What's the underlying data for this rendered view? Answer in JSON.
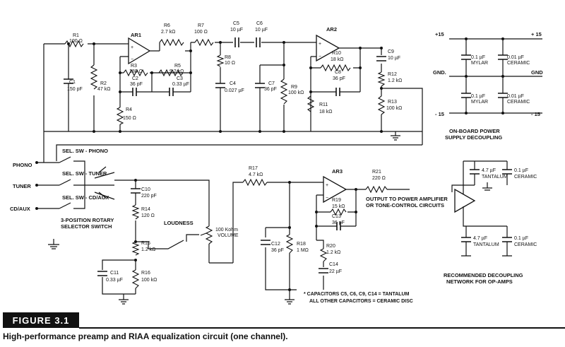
{
  "figure": {
    "label": "FIGURE 3.1",
    "caption": "High-performance preamp and RIAA equalization circuit (one channel)."
  },
  "components": {
    "r1": {
      "name": "R1",
      "value": "100 Ω"
    },
    "r2": {
      "name": "R2",
      "value": "47 kΩ"
    },
    "c1": {
      "name": "C1",
      "value": "150 pF"
    },
    "ar1": {
      "name": "AR1"
    },
    "r3": {
      "name": "R3",
      "value": "180 Ω"
    },
    "c2": {
      "name": "C2",
      "value": "36 pF"
    },
    "r4": {
      "name": "R4",
      "value": "150 Ω"
    },
    "r5": {
      "name": "R5",
      "value": "9.2 kΩ"
    },
    "c3": {
      "name": "C3",
      "value": "0.33 µF"
    },
    "r6": {
      "name": "R6",
      "value": "2.7 kΩ"
    },
    "r7": {
      "name": "R7",
      "value": "100 Ω"
    },
    "r8": {
      "name": "R8",
      "value": "10 Ω"
    },
    "c4": {
      "name": "C4",
      "value": "0.027 µF"
    },
    "c5": {
      "name": "C5",
      "value": "10 µF"
    },
    "c6": {
      "name": "C6",
      "value": "10 µF"
    },
    "c7": {
      "name": "C7",
      "value": "36 pF"
    },
    "r9": {
      "name": "R9",
      "value": "100 kΩ"
    },
    "ar2": {
      "name": "AR2"
    },
    "r10": {
      "name": "R10",
      "value": "18 kΩ"
    },
    "c8": {
      "name": "C8",
      "value": "36 pF"
    },
    "r11": {
      "name": "R11",
      "value": "18 kΩ"
    },
    "c9": {
      "name": "C9",
      "value": "10 µF"
    },
    "r12": {
      "name": "R12",
      "value": "1.2 kΩ"
    },
    "r13": {
      "name": "R13",
      "value": "100 kΩ"
    },
    "c10": {
      "name": "C10",
      "value": "220 pF"
    },
    "r14": {
      "name": "R14",
      "value": "120 Ω"
    },
    "r15": {
      "name": "R15",
      "value": "1.2 kΩ"
    },
    "c11": {
      "name": "C11",
      "value": "0.33 µF"
    },
    "r16": {
      "name": "R16",
      "value": "100 kΩ"
    },
    "volume": {
      "name": "100 Kohm",
      "value": "VOLUME"
    },
    "r17": {
      "name": "R17",
      "value": "4.7 kΩ"
    },
    "c12": {
      "name": "C12",
      "value": "36 pF"
    },
    "r18": {
      "name": "R18",
      "value": "1 MΩ"
    },
    "ar3": {
      "name": "AR3"
    },
    "r19": {
      "name": "R19",
      "value": "15 kΩ"
    },
    "c13": {
      "name": "C13",
      "value": "36 pF"
    },
    "r20": {
      "name": "R20",
      "value": "1.2 kΩ"
    },
    "c14": {
      "name": "C14",
      "value": "22 µF"
    },
    "r21": {
      "name": "R21",
      "value": "220 Ω"
    }
  },
  "inputs": {
    "phono": "PHONO",
    "tuner": "TUNER",
    "cdaux": "CD/AUX"
  },
  "switches": {
    "sel_phono": "SEL. SW - PHONO",
    "sel_tuner": "SEL. SW - TUNER",
    "sel_cdaux": "SEL. SW - CD/AUX",
    "rotary_1": "3-POSITION ROTARY",
    "rotary_2": "SELECTOR SWITCH",
    "loudness": "LOUDNESS"
  },
  "output": {
    "line1": "OUTPUT TO POWER AMPLIFIER",
    "line2": "OR TONE-CONTROL CIRCUITS"
  },
  "notes": {
    "line1": "* CAPACITORS C5, C6, C9, C14 = TANTALUM",
    "line2": "ALL OTHER CAPACITORS = CERAMIC DISC"
  },
  "power_supply": {
    "plus_left": "+15",
    "plus_right": "+ 15",
    "gnd_left": "GND.",
    "gnd_right": "GND",
    "minus_left": "- 15",
    "minus_right": "- 15",
    "cap_value_mylar": "0.1 µF",
    "mylar": "MYLAR",
    "cap_value_ceramic": "0.01 µF",
    "ceramic": "CERAMIC",
    "title_1": "ON-BOARD POWER",
    "title_2": "SUPPLY DECOUPLING"
  },
  "opamp_decoupling": {
    "tant_value": "4.7 µF",
    "tantalum": "TANTALUM",
    "cer_value": "0.1 µF",
    "ceramic": "CERAMIC",
    "title_1": "RECOMMENDED DECOUPLING",
    "title_2": "NETWORK FOR OP-AMPS"
  }
}
